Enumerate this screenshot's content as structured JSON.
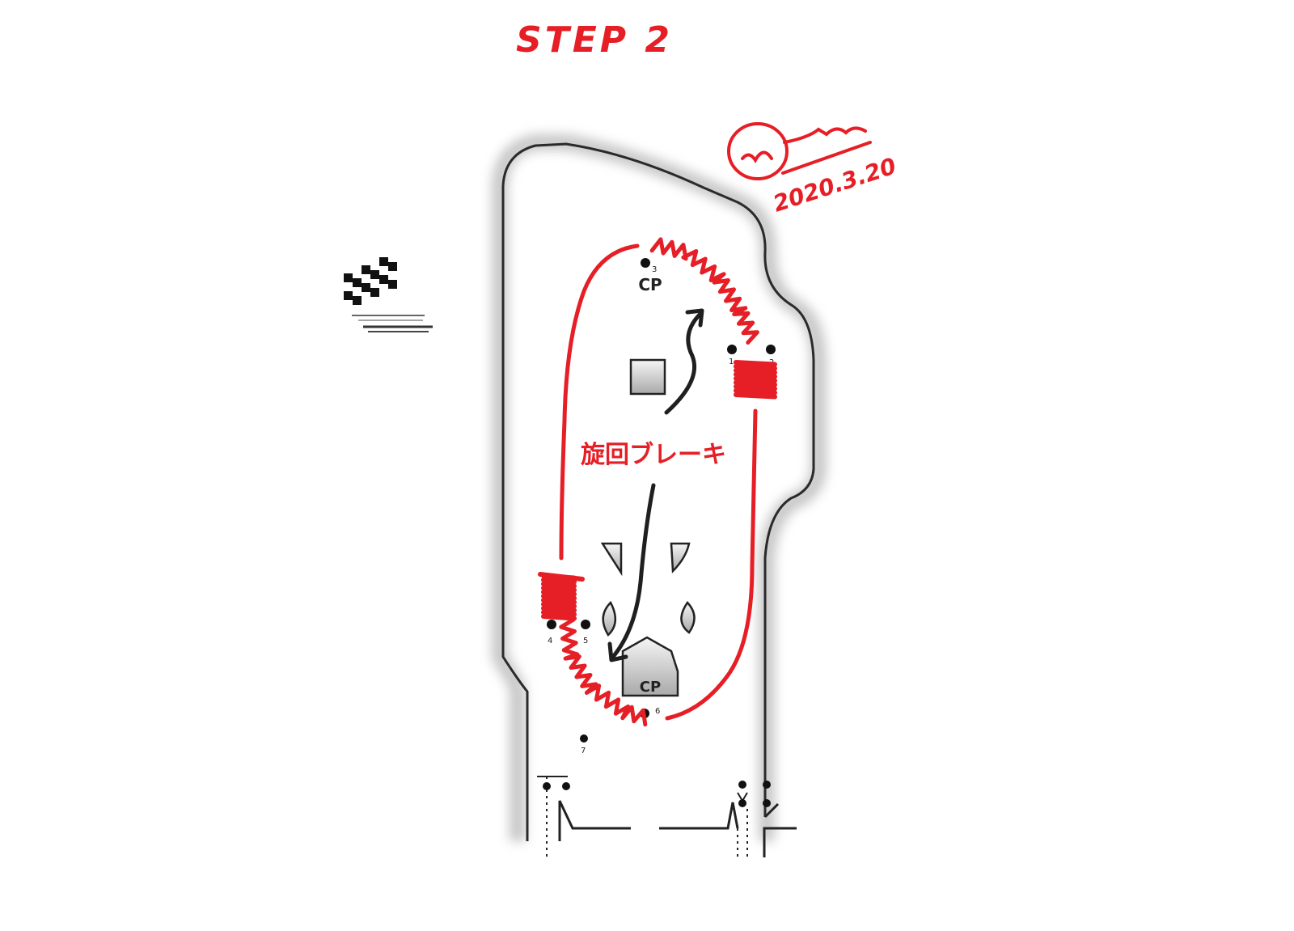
{
  "diagram": {
    "title": "STEP 2",
    "center_label": "旋回ブレーキ",
    "signature_date": "2020.3.20",
    "checkpoint_label": "CP",
    "cone_numbers": [
      "1",
      "2",
      "3",
      "4",
      "5",
      "6",
      "7"
    ],
    "colors": {
      "ink_red": "#e61e25",
      "ink_black": "#1f1f1f",
      "track_outline": "#2a2a2a",
      "track_shadow": "#bdbdbd",
      "marker_fill": "#d9d9d9"
    }
  }
}
